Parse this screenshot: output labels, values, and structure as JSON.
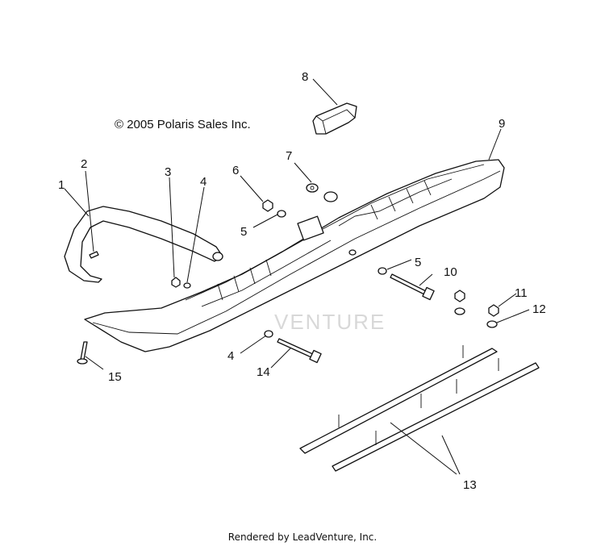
{
  "copyright": "© 2005 Polaris Sales Inc.",
  "footer": "Rendered by LeadVenture, Inc.",
  "watermark": "VENTURE",
  "callouts": {
    "c1": "1",
    "c2": "2",
    "c3": "3",
    "c4a": "4",
    "c4b": "4",
    "c5a": "5",
    "c5b": "5",
    "c6": "6",
    "c7": "7",
    "c8": "8",
    "c9": "9",
    "c10": "10",
    "c11": "11",
    "c12": "12",
    "c13": "13",
    "c14": "14",
    "c15": "15"
  }
}
